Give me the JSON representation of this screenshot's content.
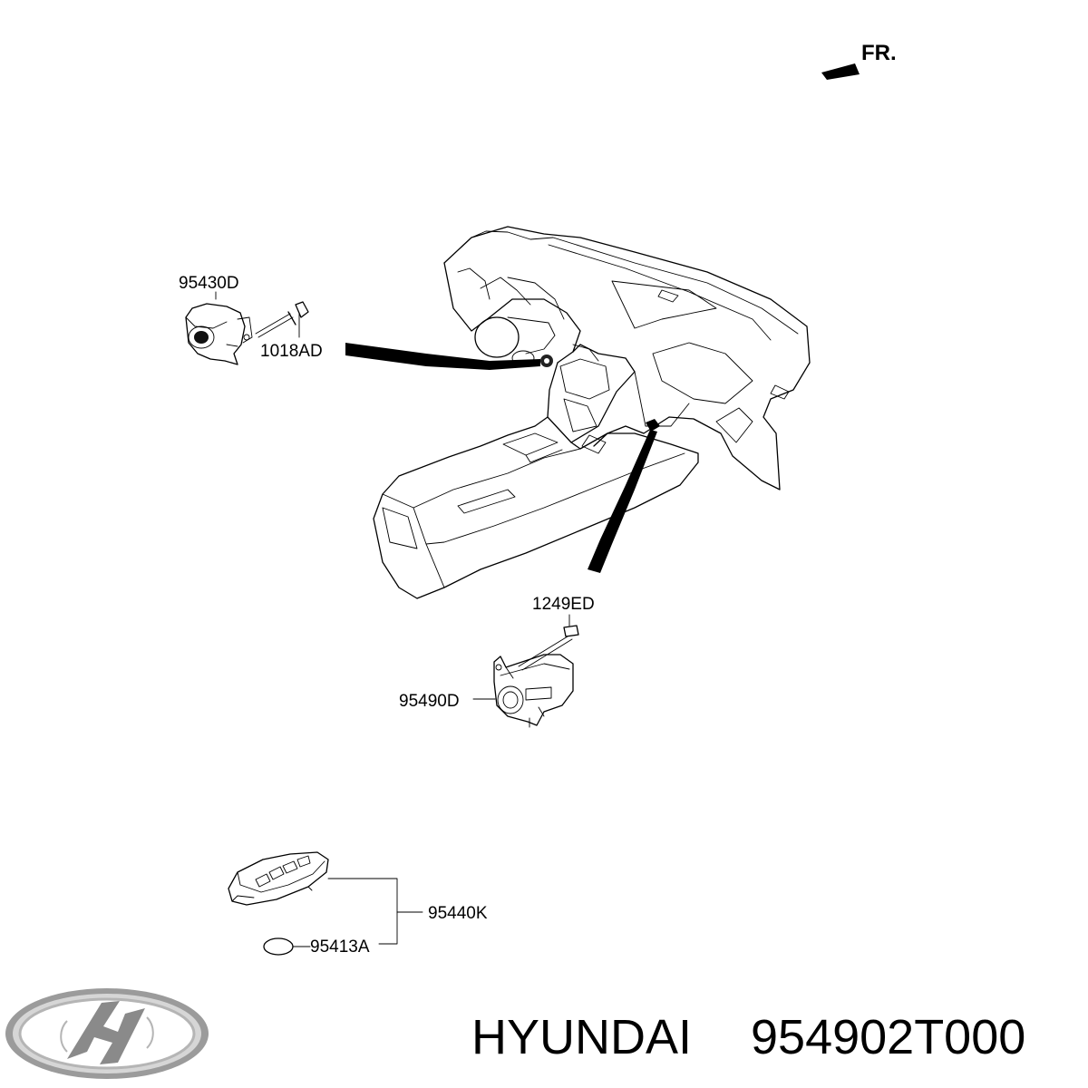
{
  "direction_label": "FR.",
  "parts": {
    "p95430D": "95430D",
    "p1018AD": "1018AD",
    "p1249ED": "1249ED",
    "p95490D": "95490D",
    "p95440K": "95440K",
    "p95413A": "95413A"
  },
  "footer": {
    "brand": "HYUNDAI",
    "part_number": "954902T000"
  },
  "logo": {
    "name": "hyundai-logo",
    "color": "#8a8a8a"
  }
}
